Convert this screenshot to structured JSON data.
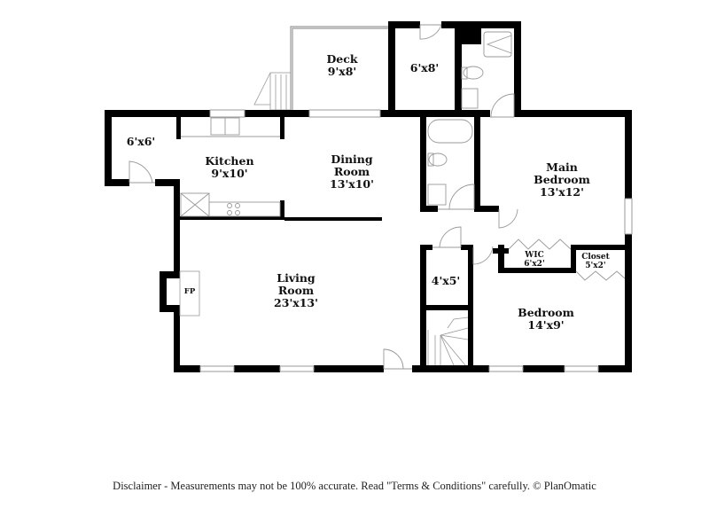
{
  "floorplan": {
    "rooms": [
      {
        "id": "deck",
        "name": "Deck",
        "dims": "9'x8'"
      },
      {
        "id": "storage-6x8",
        "name": "",
        "dims": "6'x8'"
      },
      {
        "id": "mudroom-6x6",
        "name": "",
        "dims": "6'x6'"
      },
      {
        "id": "kitchen",
        "name": "Kitchen",
        "dims": "9'x10'"
      },
      {
        "id": "dining-room",
        "name": "Dining\nRoom",
        "dims": "13'x10'"
      },
      {
        "id": "main-bedroom",
        "name": "Main\nBedroom",
        "dims": "13'x12'"
      },
      {
        "id": "living-room",
        "name": "Living\nRoom",
        "dims": "23'x13'"
      },
      {
        "id": "closet-4x5",
        "name": "",
        "dims": "4'x5'"
      },
      {
        "id": "wic",
        "name": "WIC",
        "dims": "6'x2'"
      },
      {
        "id": "closet",
        "name": "Closet",
        "dims": "5'x2'"
      },
      {
        "id": "bedroom",
        "name": "Bedroom",
        "dims": "14'x9'"
      }
    ],
    "fixtures": {
      "fireplace_label": "FP"
    },
    "labels": {
      "deck_name": "Deck",
      "deck_dims": "9'x8'",
      "storage_dims": "6'x8'",
      "mudroom_dims": "6'x6'",
      "kitchen_name": "Kitchen",
      "kitchen_dims": "9'x10'",
      "dining_name_1": "Dining",
      "dining_name_2": "Room",
      "dining_dims": "13'x10'",
      "main_bedroom_name_1": "Main",
      "main_bedroom_name_2": "Bedroom",
      "main_bedroom_dims": "13'x12'",
      "living_name_1": "Living",
      "living_name_2": "Room",
      "living_dims": "23'x13'",
      "closet_4x5_dims": "4'x5'",
      "wic_name": "WIC",
      "wic_dims": "6'x2'",
      "closet_name": "Closet",
      "closet_dims": "5'x2'",
      "bedroom_name": "Bedroom",
      "bedroom_dims": "14'x9'"
    },
    "colors": {
      "wall": "#000000",
      "fixture": "#999999",
      "background": "#ffffff",
      "text": "#111111"
    }
  },
  "footer": {
    "disclaimer": "Disclaimer - Measurements may not be 100% accurate. Read \"Terms & Conditions\" carefully. © PlanOmatic"
  }
}
